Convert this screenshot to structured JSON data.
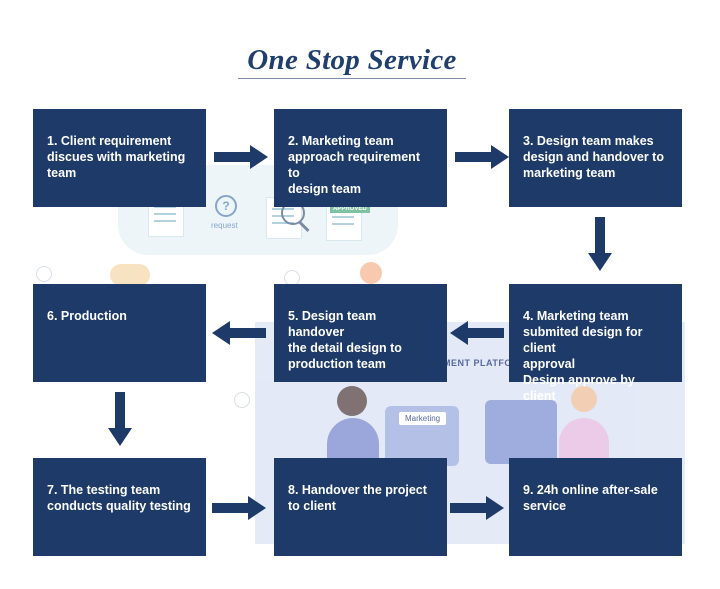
{
  "title": "One Stop Service",
  "colors": {
    "box": "#1e3a68",
    "arrow": "#1e3a68",
    "title": "#1f3f6e"
  },
  "background_art": {
    "doc_label": "request",
    "approved_label": "APPROVED",
    "platform_label": "MENT PLATFOR",
    "puzzle_label": "Marketing"
  },
  "steps": [
    {
      "id": 1,
      "lines": [
        "1. Client requirement",
        "discues with marketing",
        "team"
      ]
    },
    {
      "id": 2,
      "lines": [
        "2. Marketing team",
        "approach requirement to",
        "design team"
      ]
    },
    {
      "id": 3,
      "lines": [
        "3. Design team makes",
        "design and handover to",
        "marketing team"
      ]
    },
    {
      "id": 4,
      "lines": [
        "4. Marketing team",
        "submited design for client",
        "approval",
        "Design approve by client"
      ]
    },
    {
      "id": 5,
      "lines": [
        "5. Design team handover",
        "the detail design to",
        "production team"
      ]
    },
    {
      "id": 6,
      "lines": [
        "6. Production"
      ]
    },
    {
      "id": 7,
      "lines": [
        "7. The testing team",
        "conducts quality testing"
      ]
    },
    {
      "id": 8,
      "lines": [
        "8. Handover the project",
        "to client"
      ]
    },
    {
      "id": 9,
      "lines": [
        "9. 24h online after-sale",
        "service"
      ]
    }
  ],
  "flows": [
    {
      "from": 1,
      "to": 2,
      "direction": "right"
    },
    {
      "from": 2,
      "to": 3,
      "direction": "right"
    },
    {
      "from": 3,
      "to": 4,
      "direction": "down"
    },
    {
      "from": 4,
      "to": 5,
      "direction": "left"
    },
    {
      "from": 5,
      "to": 6,
      "direction": "left"
    },
    {
      "from": 6,
      "to": 7,
      "direction": "down"
    },
    {
      "from": 7,
      "to": 8,
      "direction": "right"
    },
    {
      "from": 8,
      "to": 9,
      "direction": "right"
    }
  ]
}
